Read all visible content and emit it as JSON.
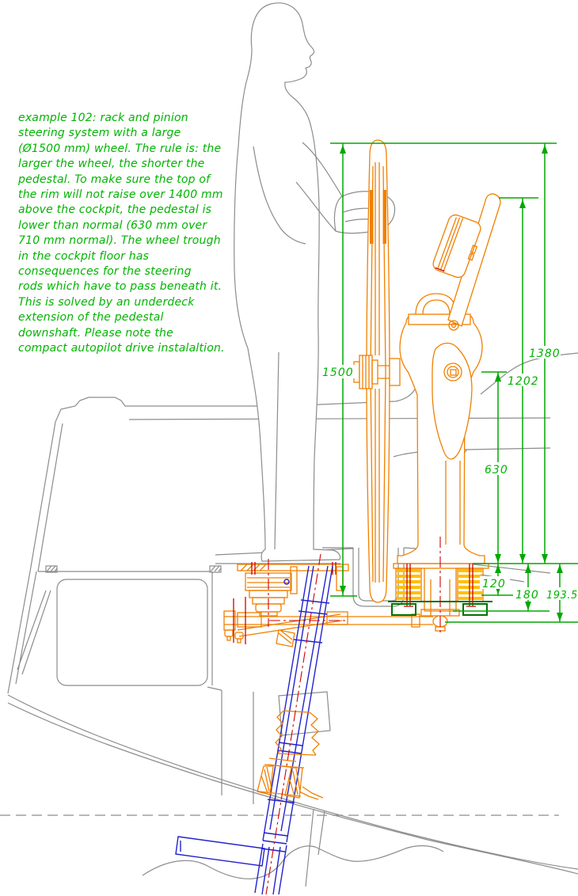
{
  "figure": {
    "type": "cad-technical-drawing",
    "subject": "rack and pinion steering system side view with helmsman",
    "description_lines": [
      "example 102: rack and pinion",
      "steering system with a large",
      "(Ø1500 mm) wheel. The rule is: the",
      "larger the wheel, the shorter the",
      "pedestal. To make sure the top of",
      "the rim will not raise over 1400 mm",
      "above the cockpit, the pedestal is",
      "lower than normal (630 mm over",
      "710 mm normal). The wheel trough",
      "in the cockpit floor has",
      "consequences for the steering",
      "rods which have to pass beneath it.",
      "This is solved by an underdeck",
      "extension of the pedestal",
      "downshaft. Please note the",
      "compact autopilot drive instalaltion."
    ]
  },
  "dimensions": {
    "wheel_diameter": "1500",
    "wheel_top_above_cockpit": "1380",
    "pod_top_above_cockpit": "1202",
    "pedestal_height": "630",
    "trough_depth": "120",
    "rod_axis_depth": "180",
    "underdeck_depth": "193.5"
  },
  "colors": {
    "annotation_green": "#00b400",
    "dimension_green": "#00a800",
    "machinery_orange": "#f08000",
    "rib_yellow": "#ffc000",
    "mount_dark_green": "#007000",
    "shaft_blue": "#2222cc",
    "centerline_red": "#d00000",
    "outline_gray": "#8c8c8c",
    "background": "#ffffff"
  }
}
